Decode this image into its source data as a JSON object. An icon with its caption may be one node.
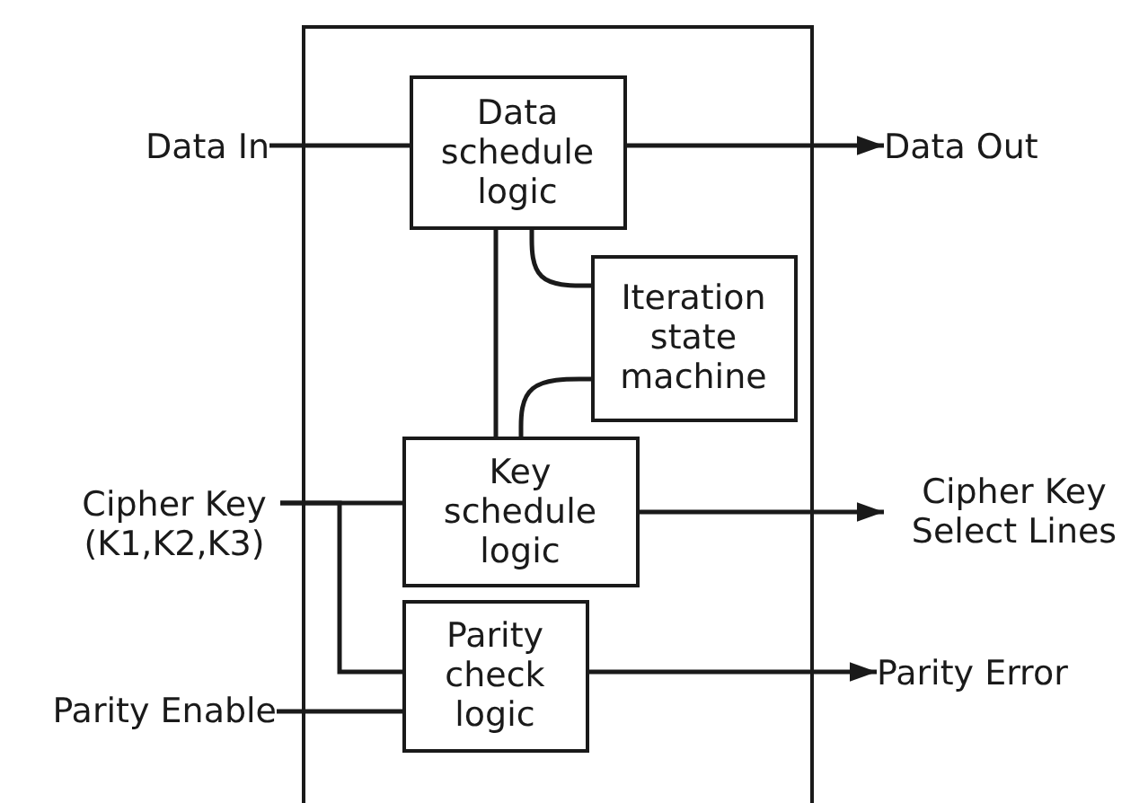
{
  "diagram": {
    "nodes": [
      {
        "text": [],
        "shape": "box"
      },
      {
        "text": [
          "Data schedule logic"
        ],
        "in": 0
      },
      {
        "text": [
          "Iteration state machine"
        ],
        "in": 0
      },
      {
        "text": [
          "Key schedule logic"
        ],
        "in": 0
      },
      {
        "text": [
          "Parity check logic"
        ],
        "in": 0
      },
      {
        "text": [
          "Data In"
        ]
      },
      {
        "text": [
          "Data Out"
        ]
      },
      {
        "text": [
          "Cipher Key (K1,K2,K3)"
        ]
      },
      {
        "text": [
          "Cipher Key Select Lines"
        ]
      },
      {
        "text": [
          "Parity Enable"
        ]
      },
      {
        "text": [
          "Parity Error"
        ]
      }
    ],
    "edges": [
      {
        "from": 5,
        "to": 1,
        "arrow": "none"
      },
      {
        "from": 1,
        "to": 6,
        "arrow": "to"
      },
      {
        "from": 1,
        "to": 2,
        "arrow": "none"
      },
      {
        "from": 1,
        "to": 3,
        "arrow": "none"
      },
      {
        "from": 2,
        "to": 3,
        "arrow": "none"
      },
      {
        "from": 7,
        "to": 3,
        "arrow": "none"
      },
      {
        "from": 7,
        "to": 4,
        "arrow": "none"
      },
      {
        "from": 3,
        "to": 8,
        "arrow": "to"
      },
      {
        "from": 9,
        "to": 4,
        "arrow": "none"
      },
      {
        "from": 4,
        "to": 10,
        "arrow": "to"
      }
    ]
  }
}
